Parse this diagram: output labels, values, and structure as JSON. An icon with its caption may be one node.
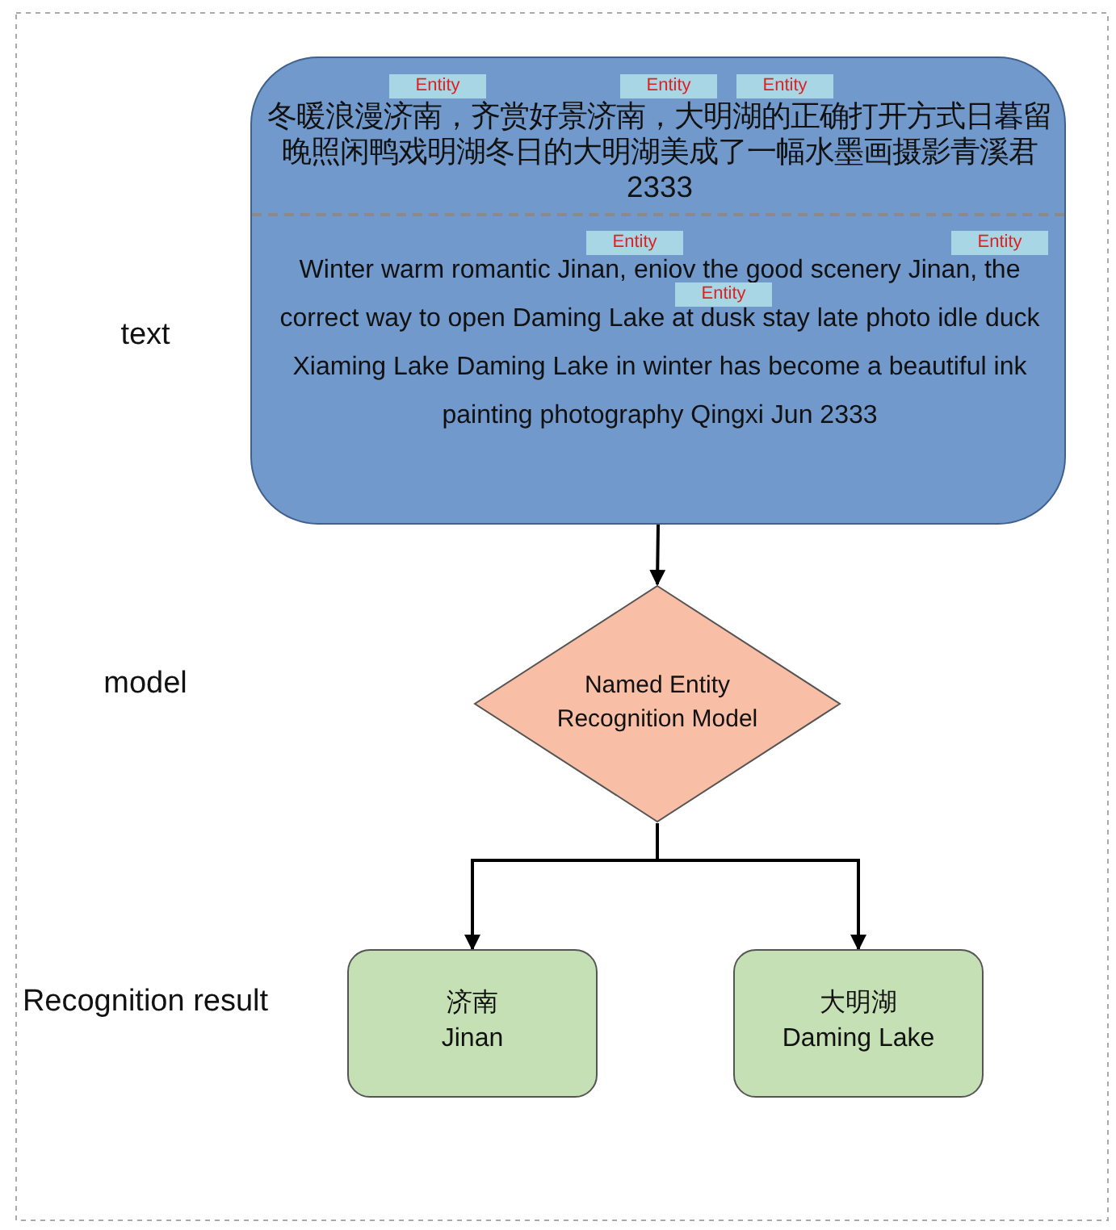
{
  "diagram": {
    "nodes": [
      {
        "text": [
          "冬暖浪漫济南，齐赏好景济南，大明湖的正确打开方式日暮留晚照闲鸭戏明湖冬日的大明湖美成了一幅水墨画摄影青溪君2333",
          "Winter warm romantic Jinan, eniov the good scenery Jinan, the correct way to open Daming Lake at dusk stay late photo idle duck Xiaming Lake Daming Lake in winter has become a beautiful ink painting photography Qingxi Jun 2333"
        ]
      },
      {
        "text": [
          "Entity"
        ],
        "in": 0
      },
      {
        "text": [
          "Entity"
        ],
        "in": 0
      },
      {
        "text": [
          "Entity"
        ],
        "in": 0
      },
      {
        "text": [
          "Entity"
        ],
        "in": 0
      },
      {
        "text": [
          "Entity"
        ],
        "in": 0
      },
      {
        "text": [
          "Entity"
        ],
        "in": 0
      },
      {
        "text": [
          "Named Entity Recognition Model"
        ]
      },
      {
        "text": [
          "济南",
          "Jinan"
        ]
      },
      {
        "text": [
          "大明湖",
          "Daming Lake"
        ]
      }
    ],
    "edges": [
      {
        "from": 0,
        "to": 7,
        "arrow": "to"
      },
      {
        "from": 7,
        "to": 8,
        "arrow": "to"
      },
      {
        "from": 7,
        "to": 9,
        "arrow": "to"
      }
    ],
    "labels": [
      "text",
      "model",
      "Recognition result"
    ]
  }
}
